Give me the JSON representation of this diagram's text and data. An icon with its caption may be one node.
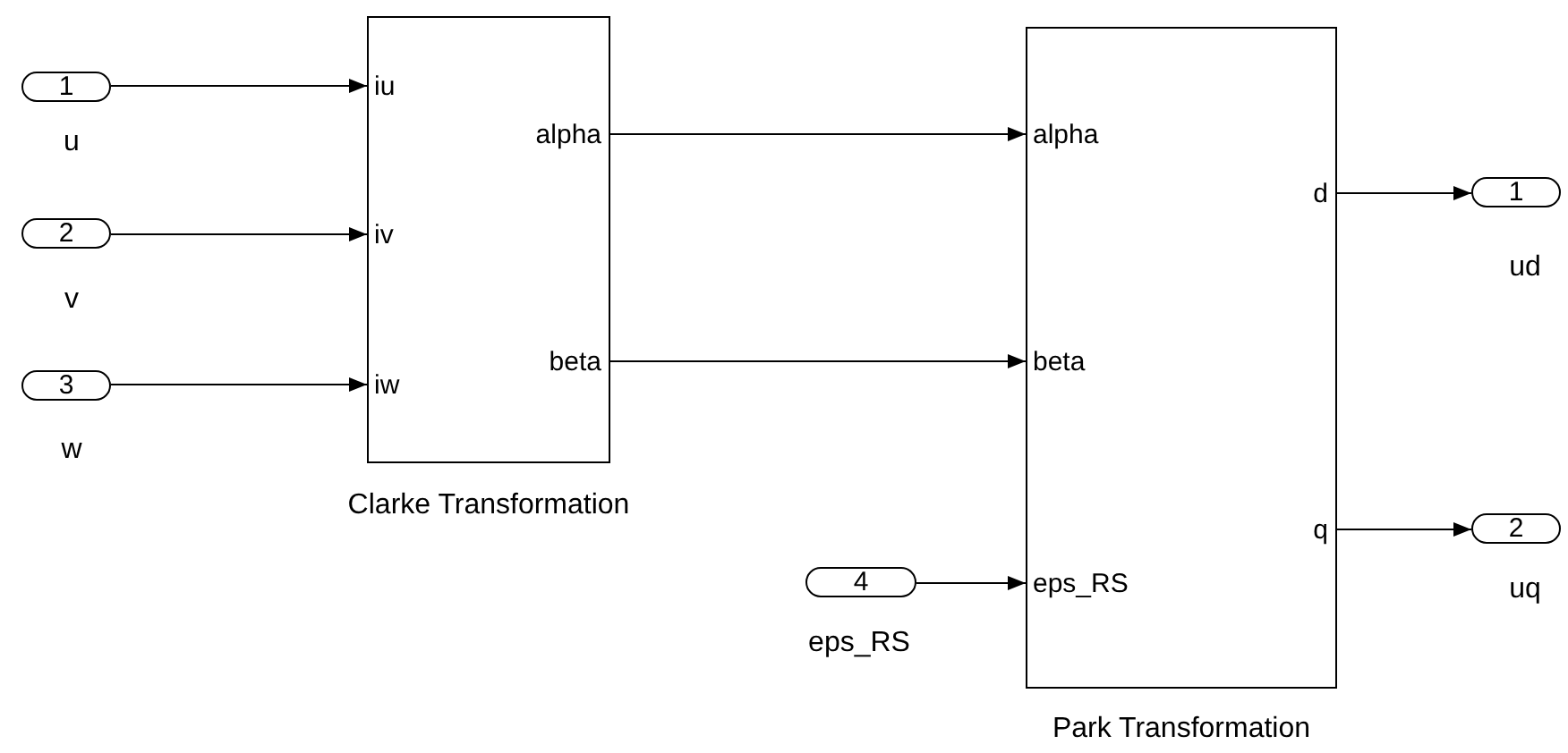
{
  "diagram": {
    "nodes": [
      {
        "text": [
          "1"
        ],
        "beside": [
          "u"
        ]
      },
      {
        "text": [
          "2"
        ],
        "beside": [
          "v"
        ]
      },
      {
        "text": [
          "3"
        ],
        "beside": [
          "w"
        ]
      },
      {
        "text": [
          "iu",
          "iv",
          "iw",
          "alpha",
          "beta",
          "Clarke Transformation"
        ]
      },
      {
        "text": [
          "4"
        ],
        "beside": [
          "eps_RS"
        ]
      },
      {
        "text": [
          "alpha",
          "beta",
          "eps_RS",
          "d",
          "q",
          "Park Transformation"
        ]
      },
      {
        "text": [
          "1"
        ],
        "beside": [
          "ud"
        ]
      },
      {
        "text": [
          "2"
        ],
        "beside": [
          "uq"
        ]
      }
    ],
    "edges": [
      {
        "from": 0,
        "to": 3,
        "arrow": "to"
      },
      {
        "from": 1,
        "to": 3,
        "arrow": "to"
      },
      {
        "from": 2,
        "to": 3,
        "arrow": "to"
      },
      {
        "from": 3,
        "to": 5,
        "arrow": "to"
      },
      {
        "from": 3,
        "to": 5,
        "arrow": "to"
      },
      {
        "from": 4,
        "to": 5,
        "arrow": "to"
      },
      {
        "from": 5,
        "to": 6,
        "arrow": "to"
      },
      {
        "from": 5,
        "to": 7,
        "arrow": "to"
      }
    ]
  }
}
